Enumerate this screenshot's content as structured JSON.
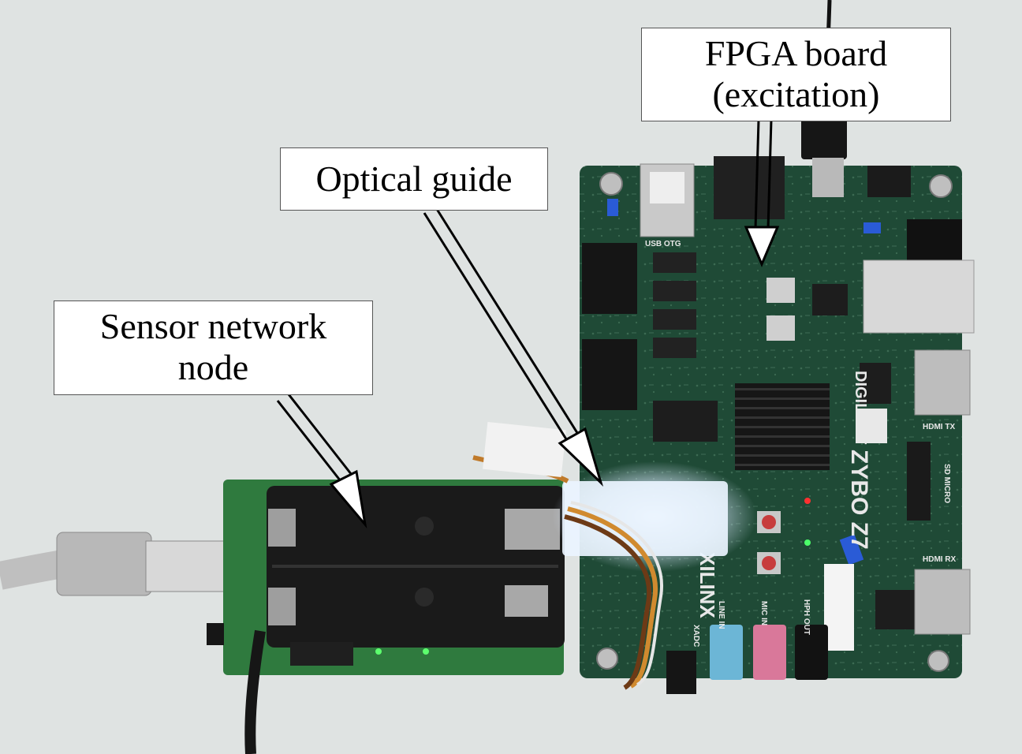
{
  "callouts": {
    "fpga": {
      "line1": "FPGA board",
      "line2": "(excitation)"
    },
    "optical_guide": {
      "line1": "Optical guide"
    },
    "sensor": {
      "line1": "Sensor network",
      "line2": "node"
    }
  },
  "board_print": {
    "brand": "DIGILENT",
    "model": "ZYBO Z7",
    "vendor": "XILINX",
    "hdmi_tx": "HDMI TX",
    "hdmi_rx": "HDMI RX",
    "sd_micro": "SD MICRO",
    "usb_otg": "USB OTG",
    "line_in": "LINE IN",
    "mic_in": "MIC IN",
    "hph_out": "HPH OUT",
    "xadc": "XADC"
  },
  "colors": {
    "background": "#dfe3e2",
    "pcb_green": "#1f4a36",
    "sensor_pcb": "#2f7a3e",
    "heatsink": "#151515",
    "battery_holder": "#1a1a1a",
    "light_guide": "#eaf4ff",
    "jack_blue": "#6cb6d6",
    "jack_pink": "#d9789a"
  }
}
